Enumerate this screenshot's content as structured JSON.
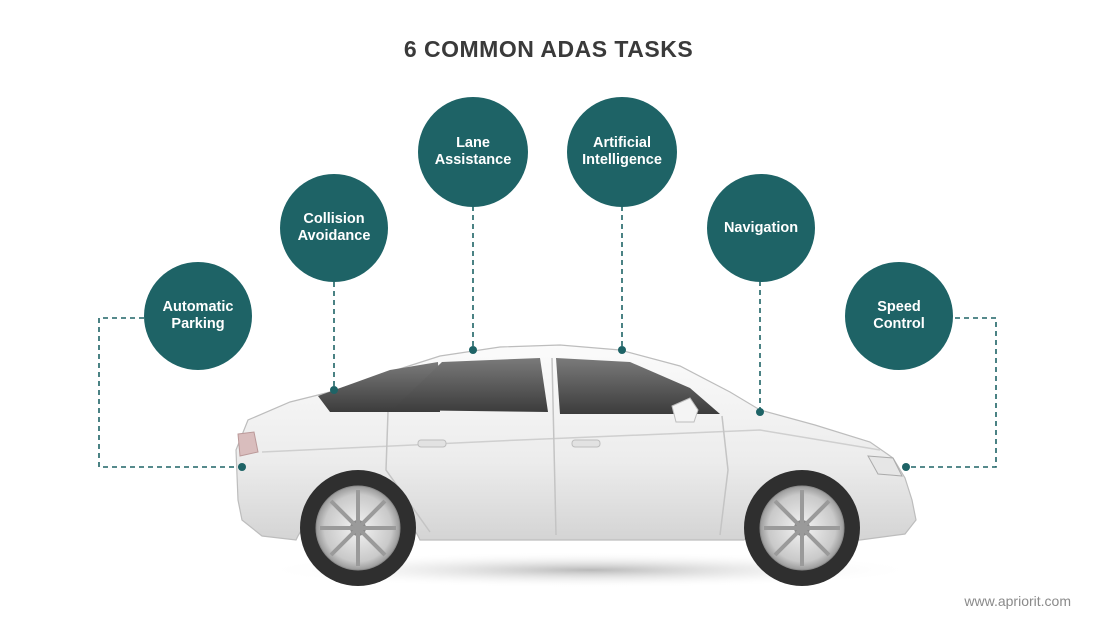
{
  "title": "6 COMMON ADAS TASKS",
  "tasks": [
    {
      "label": "Automatic\nParking"
    },
    {
      "label": "Collision\nAvoidance"
    },
    {
      "label": "Lane\nAssistance"
    },
    {
      "label": "Artificial\nIntelligence"
    },
    {
      "label": "Navigation"
    },
    {
      "label": "Speed\nControl"
    }
  ],
  "footer": "www.apriorit.com",
  "colors": {
    "circle": "#1e6366",
    "connector": "#1e6366",
    "car_body": "#f2f2f2",
    "car_window": "#5a5a5a",
    "tire": "#3a3a3a"
  },
  "icons": [
    "car-illustration"
  ]
}
